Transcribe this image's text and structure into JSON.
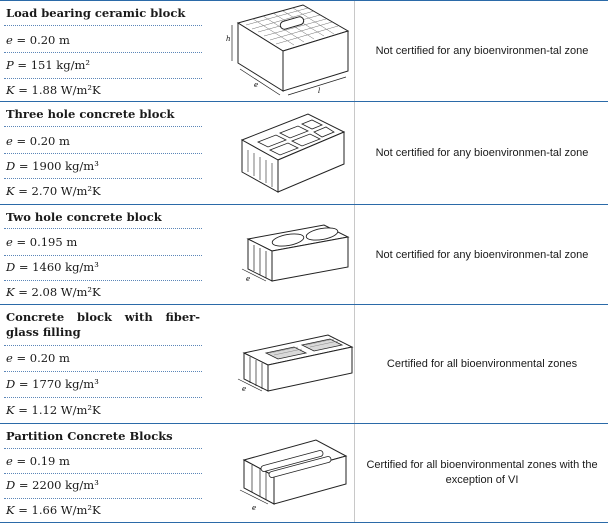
{
  "rows": [
    {
      "title": "Load bearing ceramic block",
      "props": [
        {
          "symbol": "e",
          "value": " = 0.20 m"
        },
        {
          "symbol": "P",
          "value": " = 151 kg/m²"
        },
        {
          "symbol": "K",
          "value": " = 1.88 W/m²K"
        }
      ],
      "image_icon": "ceramic-block-icon",
      "certification": "Not certified for any bioenvironmen-tal zone"
    },
    {
      "title": "Three hole concrete block",
      "props": [
        {
          "symbol": "e",
          "value": " = 0.20 m"
        },
        {
          "symbol": "D",
          "value": " = 1900 kg/m³"
        },
        {
          "symbol": "K",
          "value": " = 2.70 W/m²K"
        }
      ],
      "image_icon": "three-hole-block-icon",
      "certification": "Not certified for any bioenvironmen-tal zone"
    },
    {
      "title": "Two hole concrete block",
      "props": [
        {
          "symbol": "e",
          "value": " = 0.195 m"
        },
        {
          "symbol": "D",
          "value": " = 1460 kg/m³"
        },
        {
          "symbol": "K",
          "value": " = 2.08 W/m²K"
        }
      ],
      "image_icon": "two-hole-block-icon",
      "certification": "Not certified for any bioenvironmen-tal zone"
    },
    {
      "title": "Concrete block with fiber-glass filling",
      "props": [
        {
          "symbol": "e",
          "value": " = 0.20 m"
        },
        {
          "symbol": "D",
          "value": " = 1770 kg/m³"
        },
        {
          "symbol": "K",
          "value": " = 1.12 W/m²K"
        }
      ],
      "image_icon": "fiberglass-block-icon",
      "certification": "Certified for all bioenvironmental zones"
    },
    {
      "title": "Partition Concrete Blocks",
      "props": [
        {
          "symbol": "e",
          "value": " = 0.19 m"
        },
        {
          "symbol": "D",
          "value": " = 2200 kg/m³"
        },
        {
          "symbol": "K",
          "value": " = 1.66 W/m²K"
        }
      ],
      "image_icon": "partition-block-icon",
      "certification": "Certified for all bioenvironmental zones with the exception of VI"
    }
  ],
  "dimension_labels": {
    "e": "e",
    "h": "h",
    "l": "l"
  }
}
